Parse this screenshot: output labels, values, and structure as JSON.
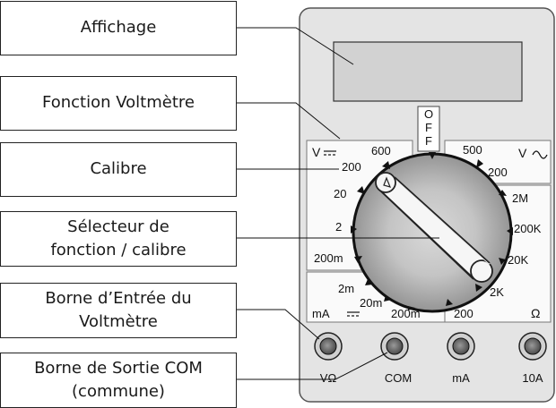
{
  "labels": {
    "display": "Affichage",
    "voltmeter_function": "Fonction Voltmètre",
    "range": "Calibre",
    "selector": "Sélecteur de\nfonction /  calibre",
    "input_terminal": "Borne d’Entrée du\nVoltmètre",
    "com_terminal": "Borne de Sortie COM\n(commune)"
  },
  "meter": {
    "off": [
      "O",
      "F",
      "F"
    ],
    "dc_volt": {
      "symbol": "V",
      "ranges": [
        "600",
        "200",
        "20",
        "2",
        "200m"
      ]
    },
    "ac_volt": {
      "symbol": "V",
      "ranges": [
        "500",
        "200"
      ]
    },
    "ohm": {
      "symbol": "Ω",
      "ranges": [
        "2M",
        "200K",
        "20K",
        "2K",
        "200"
      ]
    },
    "dc_current": {
      "symbol": "mA",
      "ranges": [
        "2m",
        "20m",
        "200m"
      ]
    },
    "jacks": [
      "VΩ",
      "COM",
      "mA",
      "10A"
    ]
  }
}
